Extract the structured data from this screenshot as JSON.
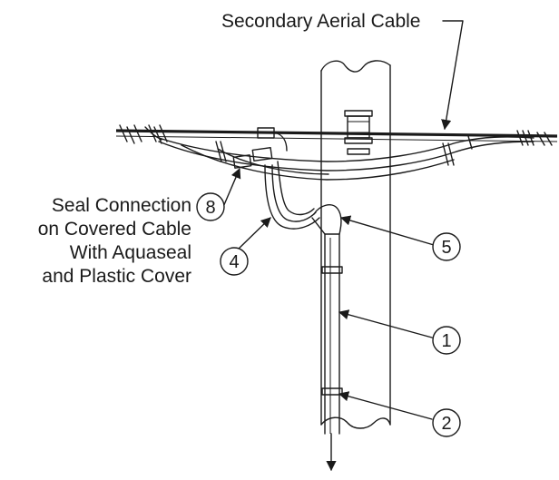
{
  "labels": {
    "secondary_aerial_cable": "Secondary Aerial Cable",
    "seal_line1": "Seal Connection",
    "seal_line2": "on Covered Cable",
    "seal_line3": "With Aquaseal",
    "seal_line4": "and Plastic Cover"
  },
  "callouts": {
    "c1": "1",
    "c2": "2",
    "c4": "4",
    "c5": "5",
    "c8": "8"
  },
  "colors": {
    "line": "#1a1a1a",
    "background": "#ffffff"
  }
}
